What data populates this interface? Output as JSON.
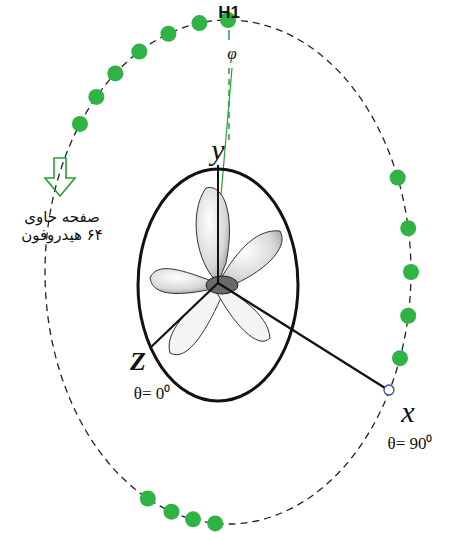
{
  "diagram": {
    "labels": [
      "H1",
      "φ",
      "y",
      "Z",
      "θ= 0⁰",
      "x",
      "θ= 90⁰",
      "صفحه حاوی ۶۴ هیدروفون"
    ]
  }
}
